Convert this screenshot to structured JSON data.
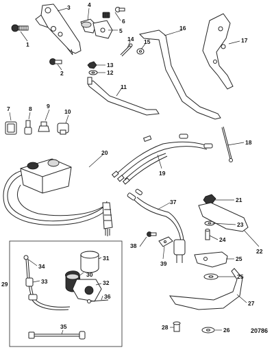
{
  "diagram": {
    "reference_id": "20786",
    "callouts": [
      {
        "id": "c1",
        "label": "1"
      },
      {
        "id": "c2",
        "label": "2"
      },
      {
        "id": "c3",
        "label": "3"
      },
      {
        "id": "c4",
        "label": "4"
      },
      {
        "id": "c5",
        "label": "5"
      },
      {
        "id": "c6",
        "label": "6"
      },
      {
        "id": "c7",
        "label": "7"
      },
      {
        "id": "c8",
        "label": "8"
      },
      {
        "id": "c9",
        "label": "9"
      },
      {
        "id": "c10",
        "label": "10"
      },
      {
        "id": "c11",
        "label": "11"
      },
      {
        "id": "c12",
        "label": "12"
      },
      {
        "id": "c13",
        "label": "13"
      },
      {
        "id": "c14",
        "label": "14"
      },
      {
        "id": "c15",
        "label": "15"
      },
      {
        "id": "c16",
        "label": "16"
      },
      {
        "id": "c17",
        "label": "17"
      },
      {
        "id": "c18",
        "label": "18"
      },
      {
        "id": "c19",
        "label": "19"
      },
      {
        "id": "c20",
        "label": "20"
      },
      {
        "id": "c21",
        "label": "21"
      },
      {
        "id": "c22",
        "label": "22"
      },
      {
        "id": "c23",
        "label": "23"
      },
      {
        "id": "c24",
        "label": "24"
      },
      {
        "id": "c25a",
        "label": "25"
      },
      {
        "id": "c25b",
        "label": "25"
      },
      {
        "id": "c26",
        "label": "26"
      },
      {
        "id": "c27",
        "label": "27"
      },
      {
        "id": "c28",
        "label": "28"
      },
      {
        "id": "c29",
        "label": "29"
      },
      {
        "id": "c30",
        "label": "30"
      },
      {
        "id": "c31",
        "label": "31"
      },
      {
        "id": "c32",
        "label": "32"
      },
      {
        "id": "c33",
        "label": "33"
      },
      {
        "id": "c34",
        "label": "34"
      },
      {
        "id": "c35",
        "label": "35"
      },
      {
        "id": "c36",
        "label": "36"
      },
      {
        "id": "c37",
        "label": "37"
      },
      {
        "id": "c38",
        "label": "38"
      },
      {
        "id": "c39",
        "label": "39"
      }
    ]
  }
}
